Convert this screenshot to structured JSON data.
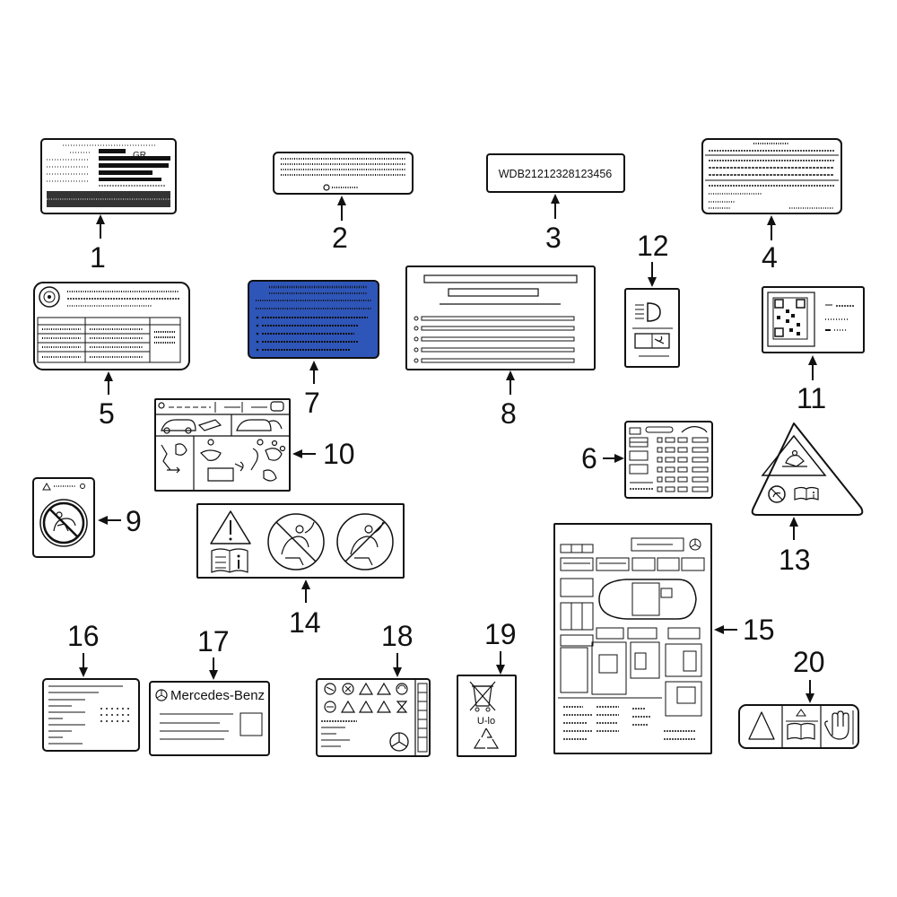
{
  "callouts": [
    {
      "id": "1",
      "text": "1"
    },
    {
      "id": "2",
      "text": "2"
    },
    {
      "id": "3",
      "text": "3"
    },
    {
      "id": "4",
      "text": "4"
    },
    {
      "id": "5",
      "text": "5"
    },
    {
      "id": "6",
      "text": "6"
    },
    {
      "id": "7",
      "text": "7"
    },
    {
      "id": "8",
      "text": "8"
    },
    {
      "id": "9",
      "text": "9"
    },
    {
      "id": "10",
      "text": "10"
    },
    {
      "id": "11",
      "text": "11"
    },
    {
      "id": "12",
      "text": "12"
    },
    {
      "id": "13",
      "text": "13"
    },
    {
      "id": "14",
      "text": "14"
    },
    {
      "id": "15",
      "text": "15"
    },
    {
      "id": "16",
      "text": "16"
    },
    {
      "id": "17",
      "text": "17"
    },
    {
      "id": "18",
      "text": "18"
    },
    {
      "id": "19",
      "text": "19"
    },
    {
      "id": "20",
      "text": "20"
    }
  ],
  "labels": {
    "vin": "WDB21212328123456",
    "brand": "Mercedes-Benz",
    "recycle_code": "U-lo",
    "label1_mark": "GR"
  },
  "colors": {
    "label7_fill": "#2e55b8",
    "line": "#111111"
  }
}
